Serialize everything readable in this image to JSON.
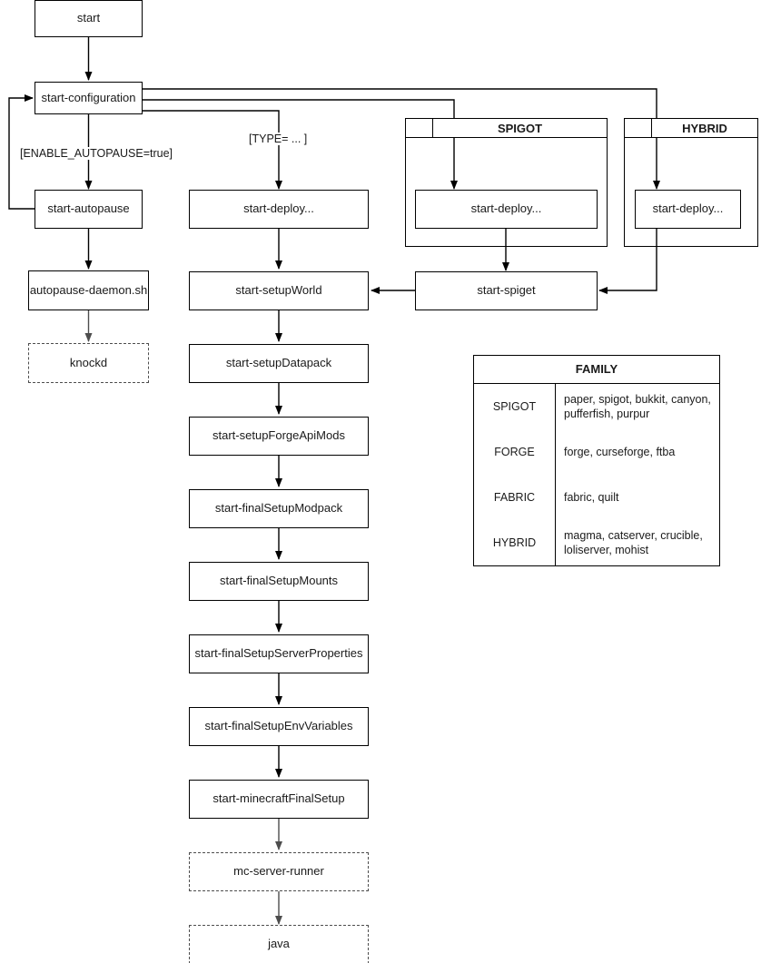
{
  "diagram": {
    "title": "start flowchart",
    "stroke_color": "#000000",
    "dashed_stroke_color": "#4d4d4d",
    "text_color": "#1a1a1a",
    "background": "#ffffff"
  },
  "nodes": {
    "start": "start",
    "start_configuration": "start-configuration",
    "start_autopause": "start-autopause",
    "autopause_daemon": "autopause-daemon.sh",
    "knockd": "knockd",
    "start_deploy_main": "start-deploy...",
    "start_deploy_spigot": "start-deploy...",
    "start_deploy_hybrid": "start-deploy...",
    "start_spiget": "start-spiget",
    "start_setup_world": "start-setupWorld",
    "start_setup_datapack": "start-setupDatapack",
    "start_setup_forge_api_mods": "start-setupForgeApiMods",
    "start_final_setup_modpack": "start-finalSetupModpack",
    "start_final_setup_mounts": "start-finalSetupMounts",
    "start_final_setup_server_properties": "start-finalSetupServerProperties",
    "start_final_setup_env_variables": "start-finalSetupEnvVariables",
    "start_minecraft_final_setup": "start-minecraftFinalSetup",
    "mc_server_runner": "mc-server-runner",
    "java": "java"
  },
  "lanes": {
    "spigot": "SPIGOT",
    "hybrid": "HYBRID"
  },
  "edge_labels": {
    "enable_autopause": "[ENABLE_AUTOPAUSE=true]",
    "type": "[TYPE= ... ]"
  },
  "legend": {
    "title": "FAMILY",
    "rows": [
      {
        "key": "SPIGOT",
        "value": "paper, spigot, bukkit, canyon, pufferfish, purpur"
      },
      {
        "key": "FORGE",
        "value": "forge, curseforge, ftba"
      },
      {
        "key": "FABRIC",
        "value": "fabric, quilt"
      },
      {
        "key": "HYBRID",
        "value": "magma, catserver, crucible, loliserver, mohist"
      }
    ]
  }
}
